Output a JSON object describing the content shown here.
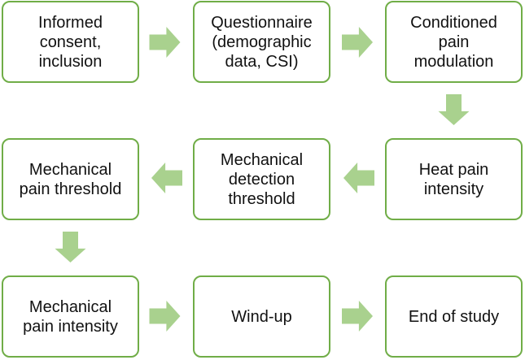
{
  "flowchart": {
    "steps": [
      {
        "label": "Informed\nconsent,\ninclusion"
      },
      {
        "label": "Questionnaire\n(demographic\ndata, CSI)"
      },
      {
        "label": "Conditioned\npain\nmodulation"
      },
      {
        "label": "Heat pain\nintensity"
      },
      {
        "label": "Mechanical\ndetection\nthreshold"
      },
      {
        "label": "Mechanical\npain threshold"
      },
      {
        "label": "Mechanical\npain intensity"
      },
      {
        "label": "Wind-up"
      },
      {
        "label": "End of study"
      }
    ],
    "colors": {
      "box_border": "#70ad47",
      "box_fill": "#ffffff",
      "arrow_fill": "#a9d18e",
      "text": "#111111"
    },
    "arrow_directions": [
      "right",
      "right",
      "down",
      "left",
      "left",
      "down",
      "right",
      "right"
    ]
  }
}
